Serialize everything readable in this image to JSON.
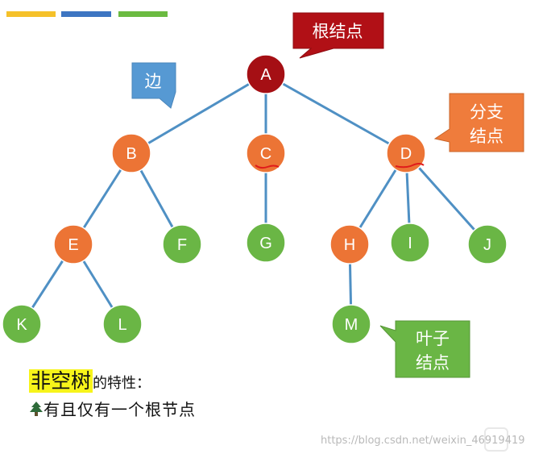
{
  "colors": {
    "root": "#a50f14",
    "branch": "#ec7435",
    "leaf": "#6ab645",
    "edge": "#4f90c4",
    "bar_yellow": "#f5c12a",
    "bar_blue": "#3d75c2",
    "bar_green": "#6bbb41",
    "callout_edge": "#5699d3",
    "callout_root": "#b11016",
    "callout_branch": "#ef7c3c",
    "callout_leaf": "#6ab645"
  },
  "tree": {
    "nodes": [
      {
        "id": "A",
        "label": "A",
        "kind": "root"
      },
      {
        "id": "B",
        "label": "B",
        "kind": "branch"
      },
      {
        "id": "C",
        "label": "C",
        "kind": "branch"
      },
      {
        "id": "D",
        "label": "D",
        "kind": "branch"
      },
      {
        "id": "E",
        "label": "E",
        "kind": "branch"
      },
      {
        "id": "F",
        "label": "F",
        "kind": "leaf"
      },
      {
        "id": "G",
        "label": "G",
        "kind": "leaf"
      },
      {
        "id": "H",
        "label": "H",
        "kind": "branch"
      },
      {
        "id": "I",
        "label": "I",
        "kind": "leaf"
      },
      {
        "id": "J",
        "label": "J",
        "kind": "leaf"
      },
      {
        "id": "K",
        "label": "K",
        "kind": "leaf"
      },
      {
        "id": "L",
        "label": "L",
        "kind": "leaf"
      },
      {
        "id": "M",
        "label": "M",
        "kind": "leaf"
      }
    ],
    "edges": [
      [
        "A",
        "B"
      ],
      [
        "A",
        "C"
      ],
      [
        "A",
        "D"
      ],
      [
        "B",
        "E"
      ],
      [
        "B",
        "F"
      ],
      [
        "C",
        "G"
      ],
      [
        "D",
        "H"
      ],
      [
        "D",
        "I"
      ],
      [
        "D",
        "J"
      ],
      [
        "E",
        "K"
      ],
      [
        "E",
        "L"
      ],
      [
        "H",
        "M"
      ]
    ]
  },
  "callouts": {
    "edge_label": "边",
    "root_label": "根结点",
    "branch_line1": "分支",
    "branch_line2": "结点",
    "leaf_line1": "叶子",
    "leaf_line2": "结点"
  },
  "bottom": {
    "title_highlight": "非空树",
    "title_rest": "的特性：",
    "property_1": "有且仅有一个根节点",
    "tree_icon": "tree-icon"
  },
  "watermark": "https://blog.csdn.net/weixin_46919419"
}
